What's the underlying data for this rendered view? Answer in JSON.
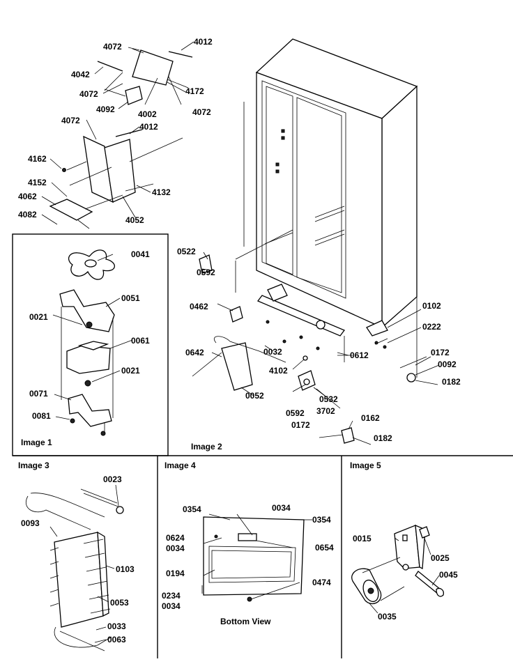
{
  "main_labels": [
    "4072",
    "4012",
    "4042",
    "4072",
    "4172",
    "4092",
    "4002",
    "4072",
    "4072",
    "4012",
    "4162",
    "4152",
    "4132",
    "4062",
    "4082",
    "4052",
    "0522",
    "0592",
    "0462",
    "0102",
    "0222",
    "0642",
    "0032",
    "0612",
    "4102",
    "0172",
    "0092",
    "0182",
    "0052",
    "0532",
    "0592",
    "3702",
    "0162",
    "0172",
    "0182"
  ],
  "image1": {
    "caption": "Image 1",
    "labels": [
      "0041",
      "0051",
      "0021",
      "0061",
      "0021",
      "0071",
      "0081"
    ]
  },
  "image2": {
    "caption": "Image 2"
  },
  "image3": {
    "caption": "Image 3",
    "labels": [
      "0023",
      "0093",
      "0103",
      "0053",
      "0033",
      "0063"
    ]
  },
  "image4": {
    "caption": "Image 4",
    "labels": [
      "0354",
      "0034",
      "0354",
      "0624",
      "0034",
      "0654",
      "0194",
      "0474",
      "0234",
      "0034"
    ],
    "view_title": "Bottom View"
  },
  "image5": {
    "caption": "Image 5",
    "labels": [
      "0015",
      "0025",
      "0045",
      "0035"
    ]
  }
}
